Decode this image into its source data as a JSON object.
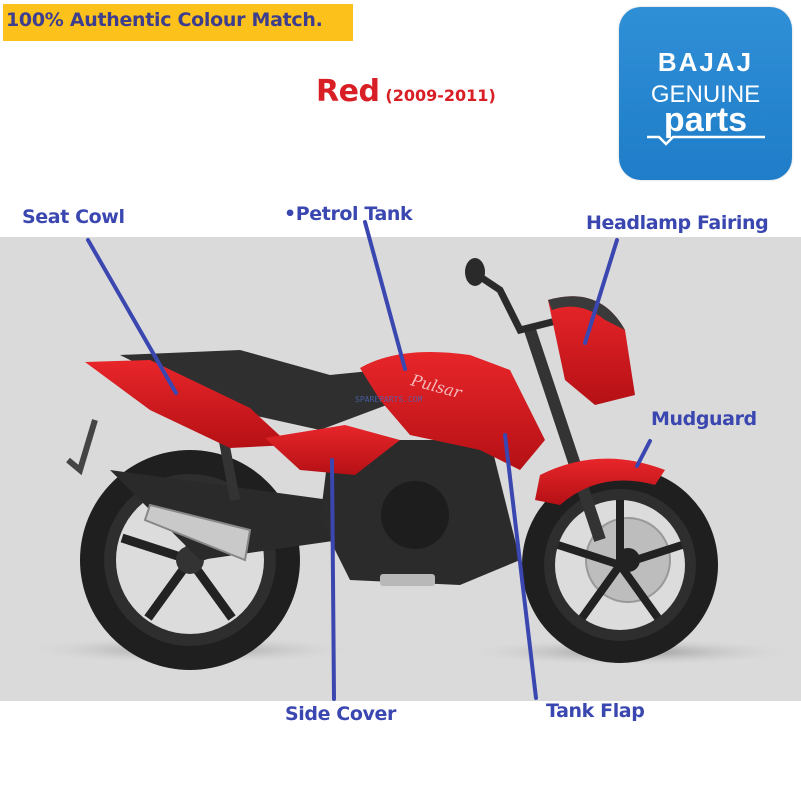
{
  "banner": {
    "text": "100% Authentic Colour Match.",
    "bg_color": "#fcc11b",
    "text_color": "#3d3f8e"
  },
  "colour": {
    "name": "Red",
    "years": "(2009-2011)",
    "color": "#d91f26"
  },
  "logo": {
    "brand": "BAJAJ",
    "line1": "GENUINE",
    "line2": "parts",
    "bg_color": "#1f7dc9"
  },
  "product": {
    "model_badge": "Pulsar",
    "watermark": "SPAREPARTS.COM"
  },
  "labels": {
    "seat_cowl": "Seat Cowl",
    "petrol_tank": "•Petrol Tank",
    "headlamp_fairing": "Headlamp Fairing",
    "mudguard": "Mudguard",
    "side_cover": "Side Cover",
    "tank_flap": "Tank Flap"
  },
  "callout_color": "#3b47b0"
}
